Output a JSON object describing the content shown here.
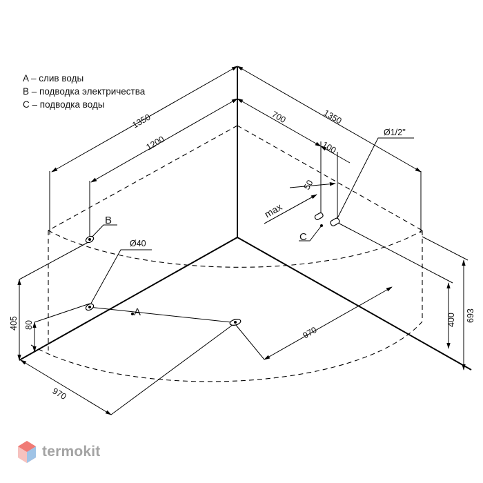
{
  "legend": [
    "A – слив воды",
    "B – подводка электричества",
    "C – подводка воды"
  ],
  "dimensions": {
    "width_left": "1350",
    "width_left_inner": "1200",
    "width_right": "1350",
    "offset_700": "700",
    "offset_100": "100",
    "offset_50": "50",
    "max_label": "max",
    "pipe_diameter": "Ø1/2''",
    "drain_diameter": "Ø40",
    "drain_left": "970",
    "drain_right": "970",
    "height_405": "405",
    "height_80": "80",
    "height_400": "400",
    "height_693": "693"
  },
  "labels": {
    "a": "A",
    "b": "B",
    "c": "C"
  },
  "brand": {
    "name": "termokit"
  }
}
